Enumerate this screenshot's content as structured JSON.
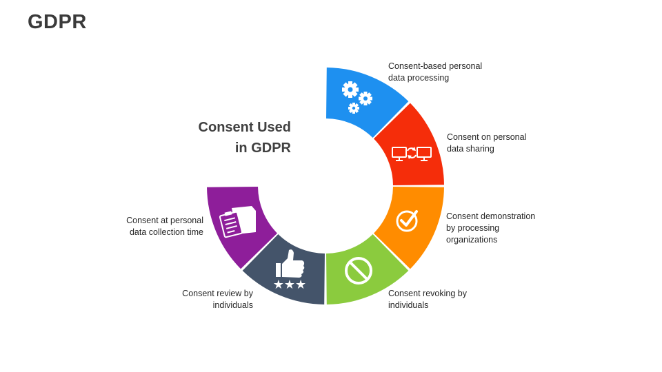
{
  "slide": {
    "title": "GDPR"
  },
  "center_title": {
    "line1": "Consent Used",
    "line2": "in GDPR"
  },
  "segments": [
    {
      "id": "processing",
      "color": "#1E90F0",
      "icon": "gears-icon",
      "label_lines": [
        "Consent-based personal",
        "data processing"
      ]
    },
    {
      "id": "sharing",
      "color": "#F52D0A",
      "icon": "monitors-sync-icon",
      "label_lines": [
        "Consent on personal",
        "data sharing"
      ]
    },
    {
      "id": "demonstration",
      "color": "#FF8C00",
      "icon": "checkmark-circle-icon",
      "label_lines": [
        "Consent demonstration",
        "by processing",
        "organizations"
      ]
    },
    {
      "id": "revoking",
      "color": "#8BCB3E",
      "icon": "prohibited-icon",
      "label_lines": [
        "Consent revoking by",
        "individuals"
      ]
    },
    {
      "id": "review",
      "color": "#44546A",
      "icon": "thumbs-up-stars-icon",
      "label_lines": [
        "Consent review by",
        "individuals"
      ]
    },
    {
      "id": "collection",
      "color": "#8E1E9A",
      "icon": "clipboard-box-icon",
      "label_lines": [
        "Consent at personal",
        "data collection time"
      ]
    }
  ]
}
